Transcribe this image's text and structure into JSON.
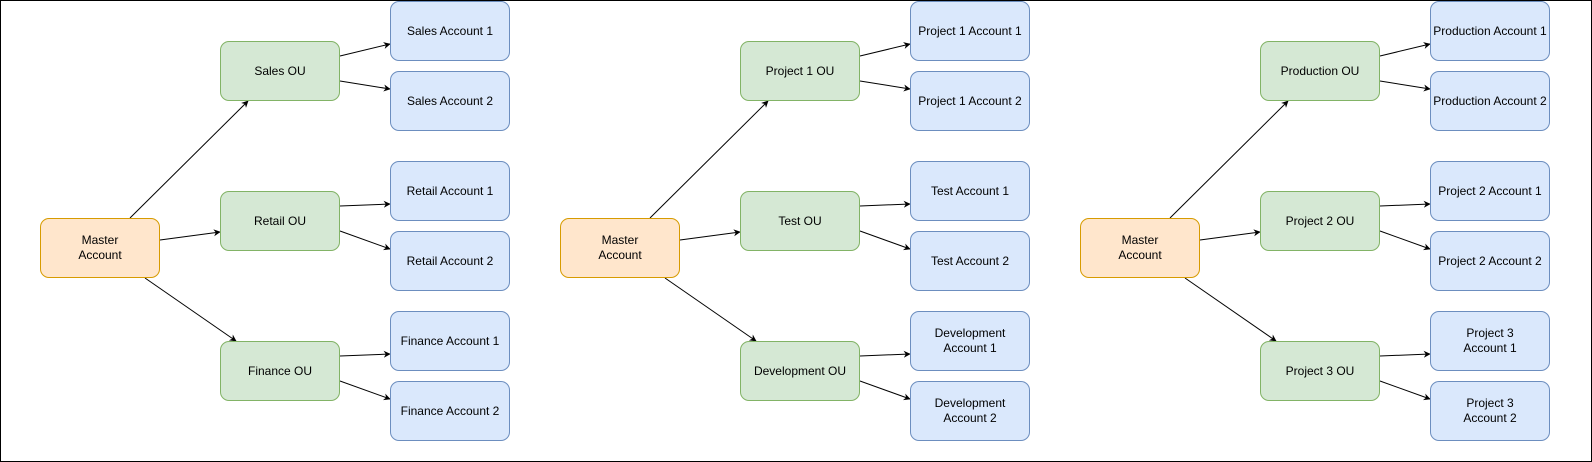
{
  "colors": {
    "root_fill": "#ffe6cc",
    "root_stroke": "#d79b00",
    "ou_fill": "#d5e8d4",
    "ou_stroke": "#82b366",
    "acct_fill": "#dae8fc",
    "acct_stroke": "#6c8ebf",
    "edge": "#000000"
  },
  "trees": [
    {
      "root": "Master\nAccount",
      "ous": [
        {
          "label": "Sales OU",
          "accounts": [
            "Sales Account 1",
            "Sales Account 2"
          ]
        },
        {
          "label": "Retail OU",
          "accounts": [
            "Retail Account 1",
            "Retail Account 2"
          ]
        },
        {
          "label": "Finance OU",
          "accounts": [
            "Finance Account 1",
            "Finance Account 2"
          ]
        }
      ]
    },
    {
      "root": "Master\nAccount",
      "ous": [
        {
          "label": "Project 1 OU",
          "accounts": [
            "Project 1 Account 1",
            "Project 1 Account 2"
          ]
        },
        {
          "label": "Test OU",
          "accounts": [
            "Test Account 1",
            "Test Account 2"
          ]
        },
        {
          "label": "Development OU",
          "accounts": [
            "Development\nAccount 1",
            "Development\nAccount 2"
          ]
        }
      ]
    },
    {
      "root": "Master\nAccount",
      "ous": [
        {
          "label": "Production OU",
          "accounts": [
            "Production Account 1",
            "Production Account 2"
          ]
        },
        {
          "label": "Project 2 OU",
          "accounts": [
            "Project 2 Account 1",
            "Project 2 Account 2"
          ]
        },
        {
          "label": "Project 3 OU",
          "accounts": [
            "Project 3\nAccount 1",
            "Project 3\nAccount 2"
          ]
        }
      ]
    }
  ]
}
